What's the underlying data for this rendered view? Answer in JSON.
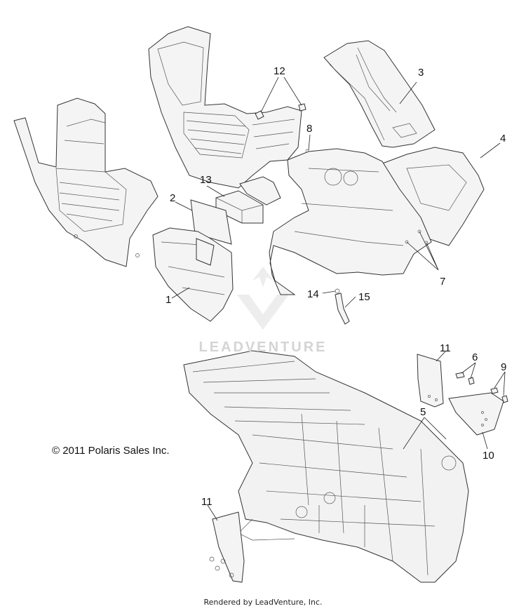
{
  "diagram": {
    "callouts": [
      {
        "id": "c1",
        "label": "1"
      },
      {
        "id": "c2",
        "label": "2"
      },
      {
        "id": "c3",
        "label": "3"
      },
      {
        "id": "c4",
        "label": "4"
      },
      {
        "id": "c5",
        "label": "5"
      },
      {
        "id": "c6",
        "label": "6"
      },
      {
        "id": "c7",
        "label": "7"
      },
      {
        "id": "c8",
        "label": "8"
      },
      {
        "id": "c9",
        "label": "9"
      },
      {
        "id": "c10",
        "label": "10"
      },
      {
        "id": "c11a",
        "label": "11"
      },
      {
        "id": "c11b",
        "label": "11"
      },
      {
        "id": "c12",
        "label": "12"
      },
      {
        "id": "c13",
        "label": "13"
      },
      {
        "id": "c14",
        "label": "14"
      },
      {
        "id": "c15",
        "label": "15"
      }
    ],
    "copyright": "© 2011 Polaris Sales Inc.",
    "watermark": "LEADVENTURE",
    "footer": "Rendered by LeadVenture, Inc."
  }
}
